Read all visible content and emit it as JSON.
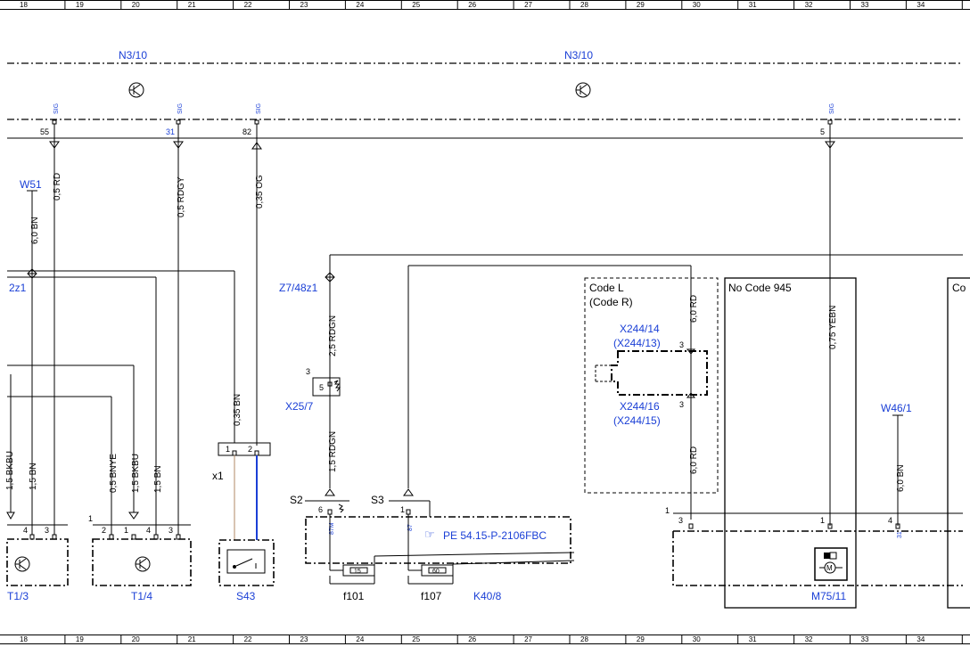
{
  "ruler": {
    "columns": [
      "18",
      "19",
      "20",
      "21",
      "22",
      "23",
      "24",
      "25",
      "26",
      "27",
      "28",
      "29",
      "30",
      "31",
      "32",
      "33",
      "34"
    ]
  },
  "components": {
    "n3_10_left": "N3/10",
    "n3_10_right": "N3/10",
    "w51": "W51",
    "z2z1": "2z1",
    "z7_48z1": "Z7/48z1",
    "x25_7": "X25/7",
    "x1": "x1",
    "s2": "S2",
    "s3": "S3",
    "x244_14": "X244/14",
    "x244_13": "(X244/13)",
    "x244_16": "X244/16",
    "x244_15": "(X244/15)",
    "w46_1": "W46/1",
    "t1_3": "T1/3",
    "t1_4": "T1/4",
    "s43": "S43",
    "f101": "f101",
    "f107": "f107",
    "k40_8": "K40/8",
    "m75_11": "M75/11",
    "code_l": "Code L",
    "code_r": "(Code R)",
    "no_code_945": "No Code 945",
    "code_cut": "Co",
    "pe_ref": "PE 54.15-P-2106FBC"
  },
  "wires": {
    "w_05rd": "0,5 RD",
    "w_05rdgy": "0,5 RDGY",
    "w_035og": "0,35 OG",
    "w_60bn": "6,0 BN",
    "w_25rdgn": "2,5 RDGN",
    "w_15rdgn": "1,5 RDGN",
    "w_035bn": "0,35 BN",
    "w_60rd_top": "6,0 RD",
    "w_60rd_bot": "6,0 RD",
    "w_075yebn": "0,75 YEBN",
    "w_60bn_right": "6,0 BN",
    "w_15bkbu_left": "1,5 BKBU",
    "w_15bn_left": "1,5 BN",
    "w_05bnye": "0,5 BNYE",
    "w_15bkbu": "1,5 BKBU",
    "w_15bn": "1,5 BN"
  },
  "pins": {
    "p55": "55",
    "p31": "31",
    "p82": "82",
    "p5": "5",
    "sig": "SIG",
    "x25_3": "3",
    "x25_5": "5",
    "x1_1": "1",
    "x1_2": "2",
    "s2_6": "6",
    "s3_1": "1",
    "k87m": "87M",
    "k87": "87",
    "f15": "15",
    "f60": "60",
    "x244_3a": "3",
    "x244_3b": "3",
    "t13_4": "4",
    "t13_3": "3",
    "t14_1": "1",
    "t14_2": "2",
    "t14_1b": "1",
    "t14_4": "4",
    "t14_3": "3",
    "k_1": "1",
    "k_3": "3",
    "m_1": "1",
    "w46_4": "4",
    "w46_31": "31"
  },
  "colors": {
    "blue_text": "#1a3fd6",
    "wire_blue": "#1a3fd6",
    "wire_tan": "#b08a64"
  }
}
